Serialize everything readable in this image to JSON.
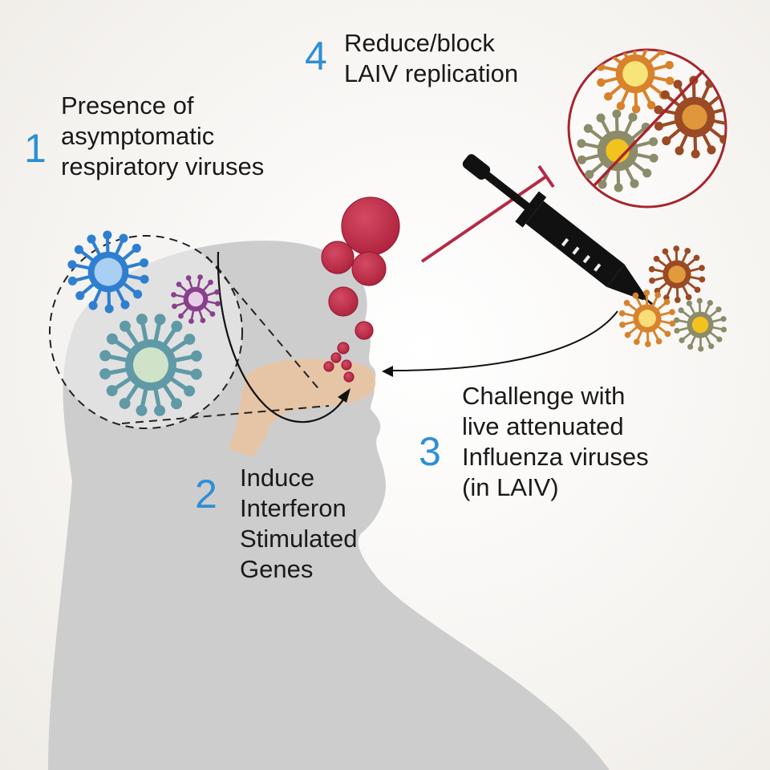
{
  "steps": [
    {
      "number": "1",
      "lines": [
        "Presence of",
        "asymptomatic",
        "respiratory viruses"
      ]
    },
    {
      "number": "2",
      "lines": [
        "Induce",
        "Interferon",
        "Stimulated",
        "Genes"
      ]
    },
    {
      "number": "3",
      "lines": [
        "Challenge with",
        "live attenuated",
        "Influenza viruses",
        "(in LAIV)"
      ]
    },
    {
      "number": "4",
      "lines": [
        "Reduce/block",
        "LAIV replication"
      ]
    }
  ],
  "colors": {
    "step_number": "#2e8fd6",
    "head_silhouette": "#cdcdcd",
    "nasal_cavity": "#e8c4a2",
    "droplets": "#c0304a",
    "inhibition": "#b52a45",
    "virus_blue": "#2f7fd0",
    "virus_purple": "#8a3f8c",
    "virus_teal": "#5f9aa6",
    "influenza_orange": "#d9822b",
    "influenza_brown": "#9a4a24",
    "influenza_olive": "#8c8c6a"
  },
  "icons": [
    "respiratory-virus-icon",
    "influenza-virus-icon",
    "nasal-spray-icon",
    "prohibition-icon",
    "inhibition-arrow-icon"
  ]
}
